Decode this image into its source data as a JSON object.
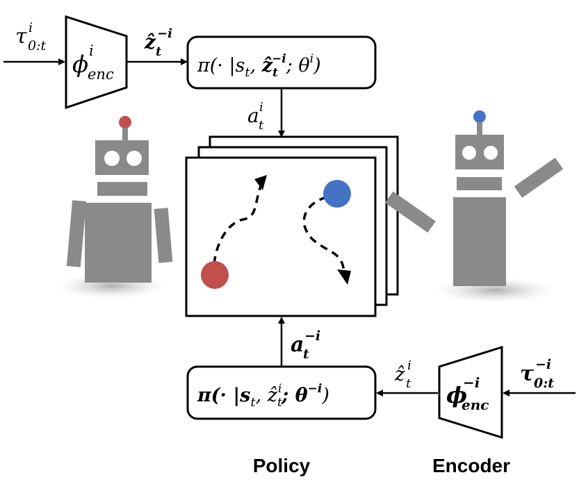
{
  "captions": {
    "policy": "Policy",
    "encoder": "Encoder"
  },
  "top_row": {
    "input": {
      "base": "τ",
      "sub": "0:t",
      "sup": "i"
    },
    "encoder": {
      "base": "ϕ",
      "sub": "enc",
      "sup": "i"
    },
    "latent": {
      "base": "ẑ",
      "sub": "t",
      "sup": "−i"
    },
    "policy": {
      "prefix": "π(· |s",
      "s_sub": "t",
      "sep": ", ",
      "z": "ẑ",
      "z_sub": "t",
      "z_sup": "−i",
      "semi": "; θ",
      "theta_sup": "i",
      "close": ")"
    },
    "action": {
      "base": "a",
      "sub": "t",
      "sup": "i"
    }
  },
  "bottom_row": {
    "input": {
      "base": "τ",
      "sub": "0:t",
      "sup": "−i"
    },
    "encoder": {
      "base": "ϕ",
      "sub": "enc",
      "sup": "−i"
    },
    "latent": {
      "base": "ẑ",
      "sub": "t",
      "sup": "i"
    },
    "policy": {
      "prefix": "π(· |s",
      "s_sub": "t",
      "sep": ", ",
      "z": "ẑ",
      "z_sub": "t",
      "z_sup": "i",
      "semi": "; θ",
      "theta_sup": "−i",
      "close": ")"
    },
    "action": {
      "base": "a",
      "sub": "t",
      "sup": "−i"
    }
  },
  "colors": {
    "agent_red": "#c0504d",
    "agent_blue": "#4472c4",
    "robot_gray": "#8a8a8a"
  },
  "icons": {
    "left_robot": "robot-red-antenna",
    "right_robot": "robot-blue-antenna-waving"
  }
}
